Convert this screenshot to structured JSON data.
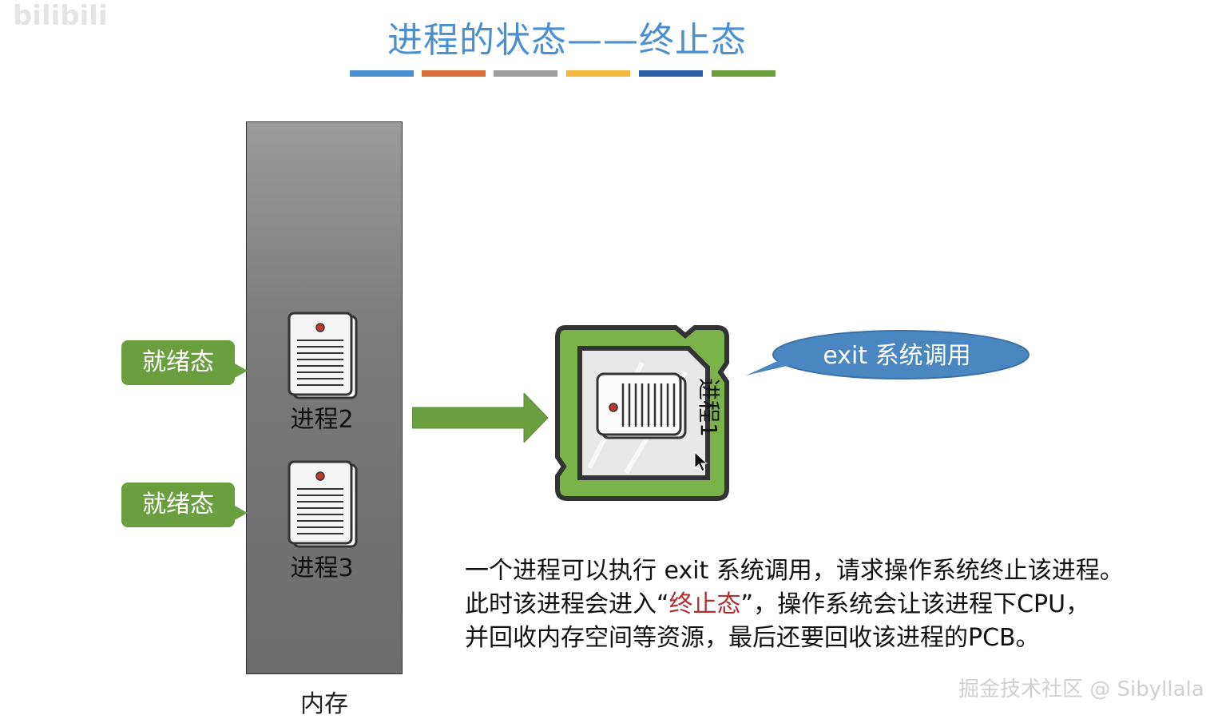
{
  "title": "进程的状态——终止态",
  "title_bar_colors": [
    "#4a8fd0",
    "#d9703a",
    "#9e9e9e",
    "#f0b93b",
    "#2d5fa8",
    "#6a9e3f"
  ],
  "memory": {
    "label": "内存"
  },
  "processes": [
    {
      "label": "进程2",
      "state_badge": "就绪态"
    },
    {
      "label": "进程3",
      "state_badge": "就绪态"
    }
  ],
  "cpu_process": {
    "label": "进程1"
  },
  "syscall_bubble": {
    "text": "exit 系统调用"
  },
  "description": {
    "line1": "一个进程可以执行 exit 系统调用，请求操作系统终止该进程。",
    "line2_prefix": "此时该进程会进入“",
    "line2_highlight": "终止态",
    "line2_suffix": "”，操作系统会让该进程下CPU，",
    "line3": "并回收内存空间等资源，最后还要回收该进程的PCB。"
  },
  "watermark_top_left": "bilibili",
  "watermark_bottom_right": "掘金技术社区 @ Sibyllala",
  "colors": {
    "accent_blue": "#4a8fd0",
    "badge_green": "#6a9e3f",
    "highlight_red": "#b03030",
    "bubble_blue": "#4a86c0"
  }
}
